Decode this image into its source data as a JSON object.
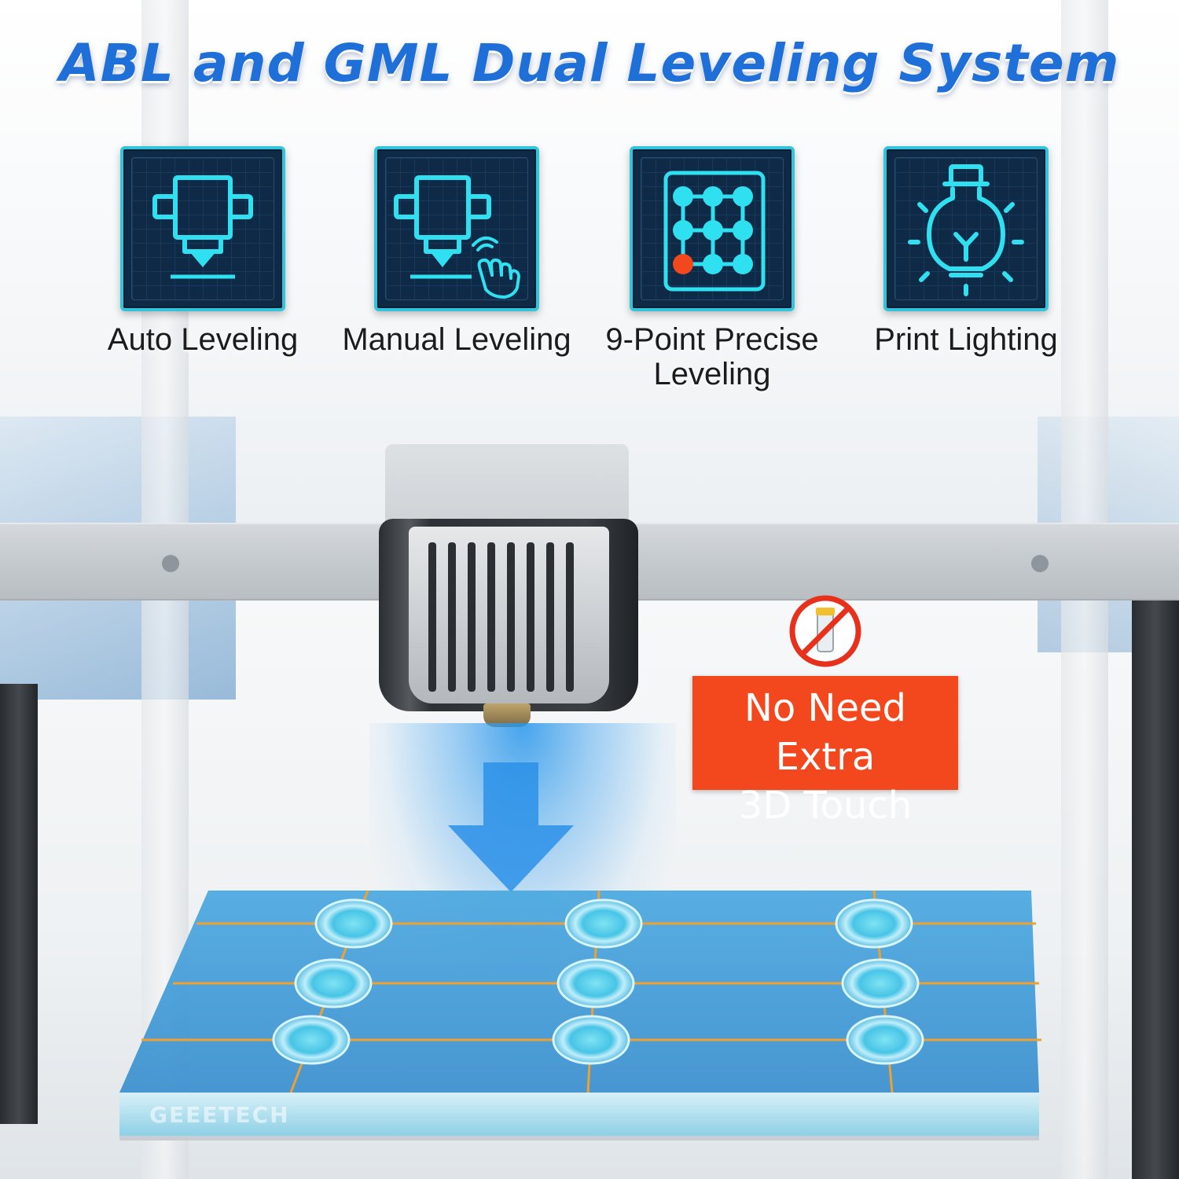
{
  "title": "ABL and GML Dual Leveling System",
  "features": [
    {
      "label": "Auto Leveling",
      "icon": "auto-leveling-nozzle-icon"
    },
    {
      "label": "Manual Leveling",
      "icon": "manual-leveling-hand-icon"
    },
    {
      "label": "9-Point Precise\nLeveling",
      "icon": "nine-point-grid-icon"
    },
    {
      "label": "Print Lighting",
      "icon": "light-bulb-icon"
    }
  ],
  "badge": {
    "line1": "No Need Extra",
    "line2": "3D Touch"
  },
  "bed_brand": "GEEETECH",
  "colors": {
    "title_blue": "#1f6fd9",
    "card_bg": "#0e2a47",
    "card_border": "#31c4da",
    "icon_cyan": "#2fe0f0",
    "highlight_red": "#f3471e",
    "bed_blue": "#3ba0dc"
  }
}
